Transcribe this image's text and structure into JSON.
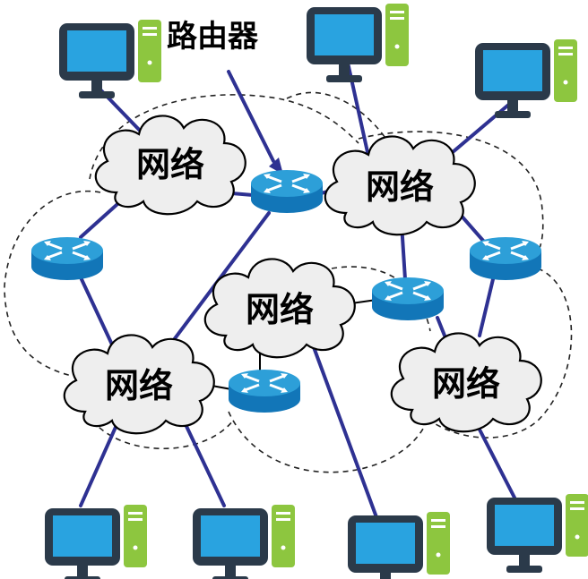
{
  "callout": {
    "label": "路由器"
  },
  "clouds": [
    {
      "label": "网络"
    },
    {
      "label": "网络"
    },
    {
      "label": "网络"
    },
    {
      "label": "网络"
    },
    {
      "label": "网络"
    }
  ],
  "colors": {
    "link": "#2e3192",
    "router_top": "#2d9fd8",
    "router_side": "#1276b8",
    "screen": "#29a3e0",
    "monitor_frame": "#2b3a4a",
    "tower": "#8dc63f",
    "cloud_fill": "#eeeeee"
  },
  "icons": [
    "router-icon",
    "computer-icon",
    "cloud-icon"
  ]
}
